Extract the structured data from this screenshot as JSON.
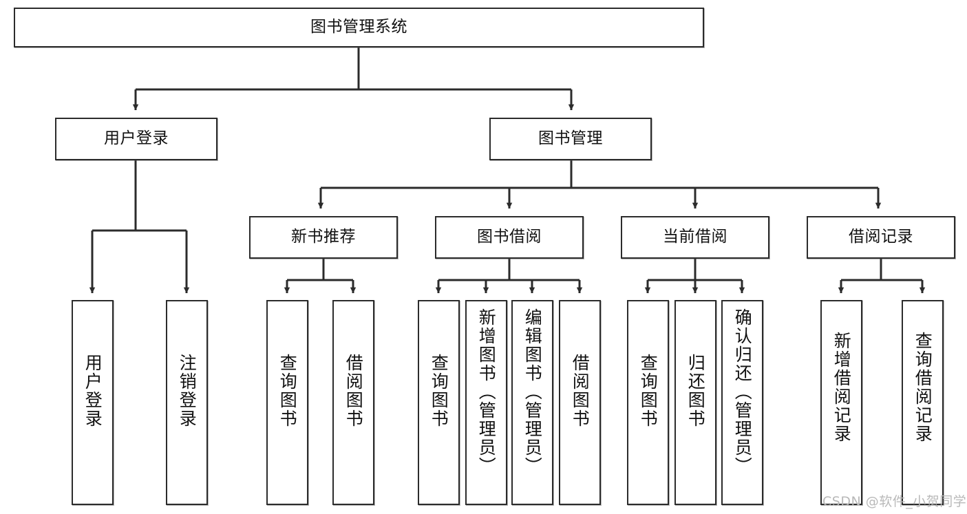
{
  "diagram": {
    "title": "图书管理系统",
    "type": "tree",
    "watermark": "CSDN @软件_小贺同学",
    "colors": {
      "box_border": "#2b2b2b",
      "box_fill": "#ffffff",
      "edge": "#2b2b2b",
      "text": "#111111",
      "watermark": "#b9b9b9",
      "background": "#ffffff"
    },
    "nodes": {
      "root": {
        "label": "图书管理系统",
        "level": 1,
        "orientation": "horizontal"
      },
      "user_login": {
        "label": "用户登录",
        "level": 2,
        "orientation": "horizontal"
      },
      "book_manage": {
        "label": "图书管理",
        "level": 2,
        "orientation": "horizontal"
      },
      "new_book_recommend": {
        "label": "新书推荐",
        "level": 3,
        "orientation": "horizontal"
      },
      "book_borrow": {
        "label": "图书借阅",
        "level": 3,
        "orientation": "horizontal"
      },
      "current_borrow": {
        "label": "当前借阅",
        "level": 3,
        "orientation": "horizontal"
      },
      "borrow_record": {
        "label": "借阅记录",
        "level": 3,
        "orientation": "horizontal"
      },
      "leaf_user_login": {
        "label": "用户登录",
        "level": 3,
        "orientation": "vertical"
      },
      "leaf_logout": {
        "label": "注销登录",
        "level": 3,
        "orientation": "vertical"
      },
      "leaf_query_book_1": {
        "label": "查询图书",
        "level": 4,
        "orientation": "vertical"
      },
      "leaf_borrow_book_1": {
        "label": "借阅图书",
        "level": 4,
        "orientation": "vertical"
      },
      "leaf_query_book_2": {
        "label": "查询图书",
        "level": 4,
        "orientation": "vertical"
      },
      "leaf_add_book_admin": {
        "label": "新增图书（管理员）",
        "level": 4,
        "orientation": "vertical"
      },
      "leaf_edit_book_admin": {
        "label": "编辑图书（管理员）",
        "level": 4,
        "orientation": "vertical"
      },
      "leaf_borrow_book_2": {
        "label": "借阅图书",
        "level": 4,
        "orientation": "vertical"
      },
      "leaf_query_book_3": {
        "label": "查询图书",
        "level": 4,
        "orientation": "vertical"
      },
      "leaf_return_book": {
        "label": "归还图书",
        "level": 4,
        "orientation": "vertical"
      },
      "leaf_confirm_return_admin": {
        "label": "确认归还（管理员）",
        "level": 4,
        "orientation": "vertical"
      },
      "leaf_add_record": {
        "label": "新增借阅记录",
        "level": 4,
        "orientation": "vertical"
      },
      "leaf_query_record": {
        "label": "查询借阅记录",
        "level": 4,
        "orientation": "vertical"
      }
    },
    "edges": [
      {
        "from": "root",
        "to": "user_login"
      },
      {
        "from": "root",
        "to": "book_manage"
      },
      {
        "from": "user_login",
        "to": "leaf_user_login"
      },
      {
        "from": "user_login",
        "to": "leaf_logout"
      },
      {
        "from": "book_manage",
        "to": "new_book_recommend"
      },
      {
        "from": "book_manage",
        "to": "book_borrow"
      },
      {
        "from": "book_manage",
        "to": "current_borrow"
      },
      {
        "from": "book_manage",
        "to": "borrow_record"
      },
      {
        "from": "new_book_recommend",
        "to": "leaf_query_book_1"
      },
      {
        "from": "new_book_recommend",
        "to": "leaf_borrow_book_1"
      },
      {
        "from": "book_borrow",
        "to": "leaf_query_book_2"
      },
      {
        "from": "book_borrow",
        "to": "leaf_add_book_admin"
      },
      {
        "from": "book_borrow",
        "to": "leaf_edit_book_admin"
      },
      {
        "from": "book_borrow",
        "to": "leaf_borrow_book_2"
      },
      {
        "from": "current_borrow",
        "to": "leaf_query_book_3"
      },
      {
        "from": "current_borrow",
        "to": "leaf_return_book"
      },
      {
        "from": "current_borrow",
        "to": "leaf_confirm_return_admin"
      },
      {
        "from": "borrow_record",
        "to": "leaf_add_record"
      },
      {
        "from": "borrow_record",
        "to": "leaf_query_record"
      }
    ]
  }
}
